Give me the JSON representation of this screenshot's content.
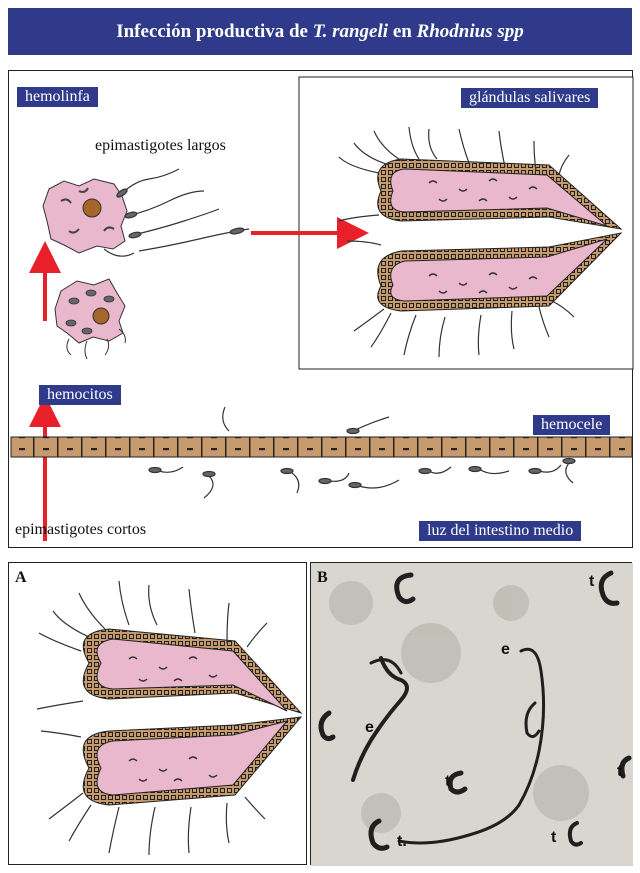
{
  "title": {
    "prefix": "Infección productiva de",
    "species": "T. rangeli",
    "middle": "en",
    "genus": "Rhodnius spp"
  },
  "top_panel": {
    "labels": {
      "hemolinfa": "hemolinfa",
      "glandulas": "glándulas salivares",
      "hemocitos": "hemocitos",
      "hemocele": "hemocele",
      "luz": "luz del intestino medio"
    },
    "texts": {
      "epi_largos": "epimastigotes largos",
      "epi_cortos": "epimastigotes cortos"
    }
  },
  "bottom_panels": {
    "a_label": "A",
    "b_label": "B",
    "photo_labels": [
      "t",
      "e",
      "e",
      "t",
      "t",
      "t",
      "t."
    ]
  },
  "colors": {
    "title_bg": "#2f3a8a",
    "gland_pink": "#eab8cc",
    "epithelium": "#c79a6e",
    "arrow_red": "#e8202a"
  }
}
